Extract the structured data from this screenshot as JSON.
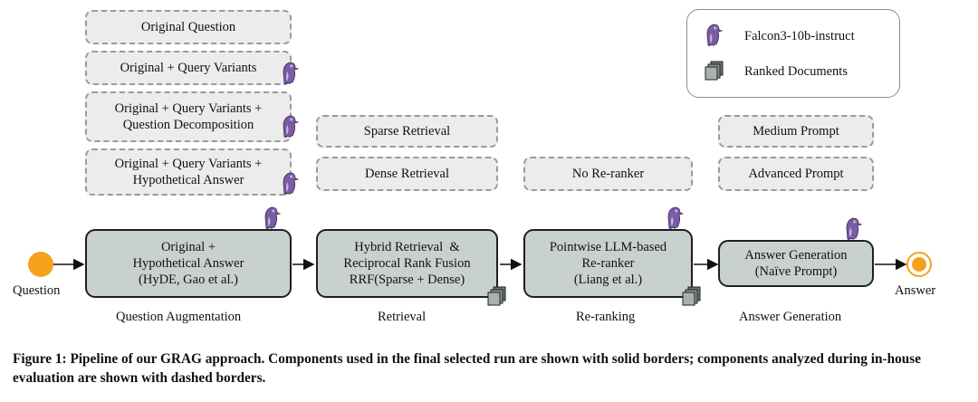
{
  "legend": {
    "model_label": "Falcon3-10b-instruct",
    "docs_label": "Ranked Documents"
  },
  "augmentation": {
    "options": [
      "Original Question",
      "Original + Query Variants",
      "Original + Query Variants + Question Decomposition",
      "Original + Query Variants + Hypothetical Answer"
    ],
    "selected_line1": "Original +",
    "selected_line2": "Hypothetical Answer",
    "selected_line3": "(HyDE, Gao et al.)",
    "stage_label": "Question Augmentation"
  },
  "retrieval": {
    "options": [
      "Sparse Retrieval",
      "Dense Retrieval"
    ],
    "selected_line1": "Hybrid Retrieval  &",
    "selected_line2": "Reciprocal Rank Fusion",
    "selected_line3": "RRF(Sparse + Dense)",
    "stage_label": "Retrieval"
  },
  "reranking": {
    "options": [
      "No Re-ranker"
    ],
    "selected_line1": "Pointwise LLM-based",
    "selected_line2": "Re-ranker",
    "selected_line3": "(Liang et al.)",
    "stage_label": "Re-ranking"
  },
  "generation": {
    "options": [
      "Medium Prompt",
      "Advanced Prompt"
    ],
    "selected_line1": "Answer Generation",
    "selected_line2": "(Naïve Prompt)",
    "stage_label": "Answer Generation"
  },
  "endpoints": {
    "start_label": "Question",
    "end_label": "Answer"
  },
  "colors": {
    "node_orange": "#f4a21c",
    "solid_fill": "#c9d0d0",
    "dashed_fill": "#ececec",
    "bird_purple": "#7b5aa6"
  },
  "caption": "Figure 1: Pipeline of our GRAG approach. Components used in the final selected run are shown with solid borders; components analyzed during in-house evaluation are shown with dashed borders."
}
